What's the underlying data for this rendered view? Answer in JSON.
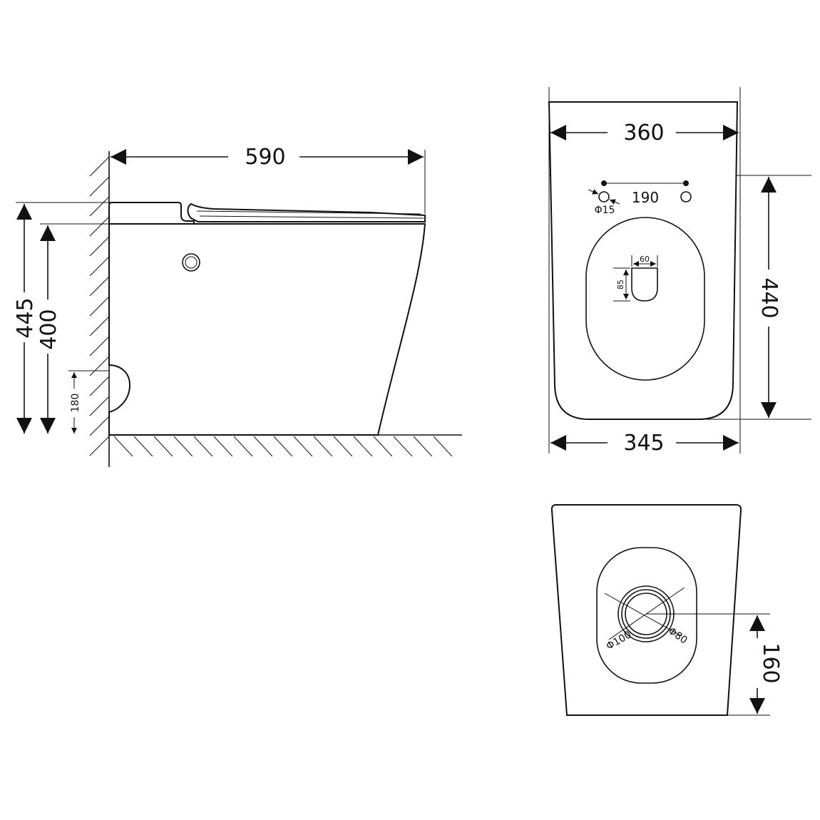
{
  "dimensions": {
    "length": "590",
    "total_height": "445",
    "bowl_height": "400",
    "inlet_height": "180",
    "top_width": "360",
    "bottom_width": "345",
    "depth": "440",
    "hole_spacing": "190",
    "hole_diameter": "Φ15",
    "flush_width": "60",
    "flush_length": "85",
    "outlet_outer": "Φ100",
    "outlet_inner": "Φ80",
    "outlet_offset": "160"
  }
}
